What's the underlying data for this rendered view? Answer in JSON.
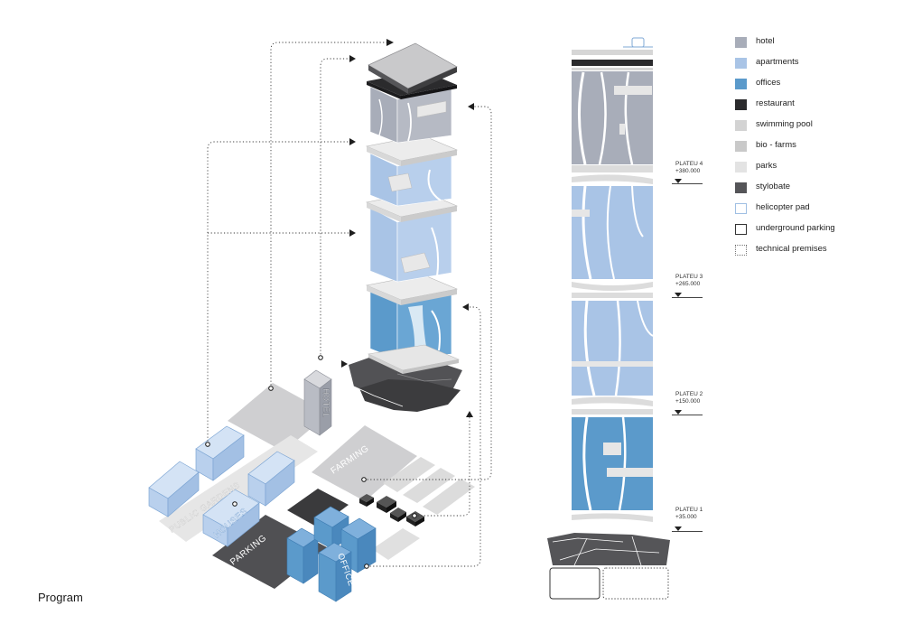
{
  "caption": "Program",
  "legend": [
    {
      "label": "hotel",
      "color": "#a8adb9",
      "style": "fill"
    },
    {
      "label": "apartments",
      "color": "#a9c4e6",
      "style": "fill"
    },
    {
      "label": "offices",
      "color": "#5b9acb",
      "style": "fill"
    },
    {
      "label": "restaurant",
      "color": "#2b2b2d",
      "style": "fill"
    },
    {
      "label": "swimming pool",
      "color": "#d3d3d3",
      "style": "fill"
    },
    {
      "label": "bio - farms",
      "color": "#c9c9c9",
      "style": "fill"
    },
    {
      "label": "parks",
      "color": "#e3e3e3",
      "style": "fill"
    },
    {
      "label": "stylobate",
      "color": "#555558",
      "style": "fill"
    },
    {
      "label": "helicopter pad",
      "color": "#9fbfe3",
      "style": "outline"
    },
    {
      "label": "underground parking",
      "color": "#333333",
      "style": "outline"
    },
    {
      "label": "technical premises",
      "color": "#777777",
      "style": "dotted"
    }
  ],
  "plateaus": [
    {
      "name": "PLATEU 4",
      "level": "+380.000"
    },
    {
      "name": "PLATEU 3",
      "level": "+265.000"
    },
    {
      "name": "PLATEU 2",
      "level": "+150.000"
    },
    {
      "name": "PLATEU 1",
      "level": "+35.000"
    }
  ],
  "site_labels": {
    "hotel": "HOTEL",
    "farming": "FARMING",
    "public_gardens": "PUBLIC GARDENS",
    "houses": "HOUSES",
    "parking": "PARKING",
    "office": "OFFICE"
  }
}
